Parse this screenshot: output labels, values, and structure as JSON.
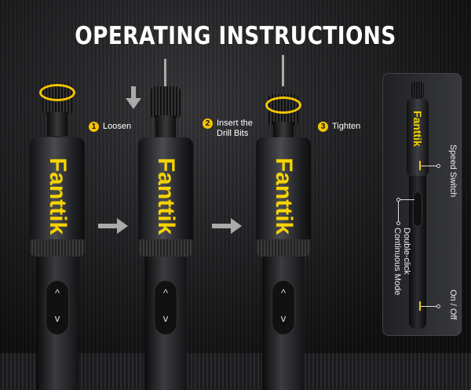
{
  "title": "OPERATING INSTRUCTIONS",
  "brand": "Fanttik",
  "steps": [
    {
      "number": "1",
      "label": "Loosen"
    },
    {
      "number": "2",
      "label": "Insert the",
      "label2": "Drill Bits"
    },
    {
      "number": "3",
      "label": "Tighten"
    }
  ],
  "buttons": {
    "up": "^",
    "down": "v"
  },
  "panel": {
    "speed_switch": "Speed Switch",
    "double_click": "Double-click",
    "continuous_mode": "Continuous Mode",
    "on_off": "On / Off"
  },
  "colors": {
    "accent": "#f5c400",
    "brand": "#f5d300"
  }
}
